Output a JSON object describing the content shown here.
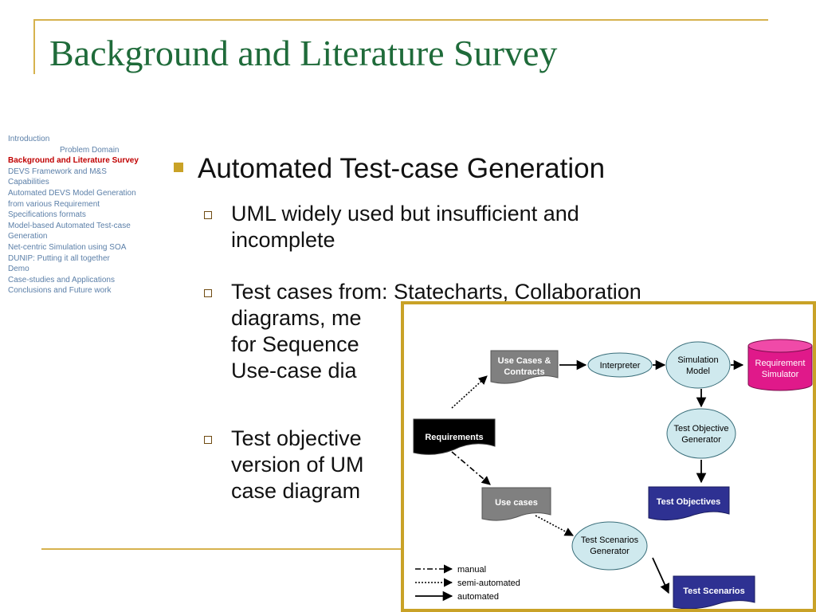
{
  "slide": {
    "title": "Background and Literature Survey",
    "main_bullet": "Automated Test-case Generation",
    "sub_bullets": [
      {
        "lines": [
          "UML widely used but insufficient and",
          "incomplete"
        ]
      },
      {
        "lines": [
          "Test cases from: Statecharts, Collaboration",
          "diagrams, me",
          "for Sequence",
          "Use-case dia"
        ]
      },
      {
        "lines": [
          "Test objective",
          "version of UM",
          "case diagram"
        ]
      }
    ]
  },
  "outline": {
    "items": [
      {
        "label": "Introduction",
        "active": false,
        "indent": false
      },
      {
        "label": "Problem Domain",
        "active": false,
        "indent": true
      },
      {
        "label": "Background and Literature Survey",
        "active": true,
        "indent": false
      },
      {
        "label": "DEVS Framework and M&S",
        "active": false,
        "indent": false
      },
      {
        "label": "Capabilities",
        "active": false,
        "indent": false
      },
      {
        "label": "Automated DEVS Model Generation",
        "active": false,
        "indent": false
      },
      {
        "label": "from various Requirement",
        "active": false,
        "indent": false
      },
      {
        "label": "Specifications formats",
        "active": false,
        "indent": false
      },
      {
        "label": "Model-based Automated Test-case",
        "active": false,
        "indent": false
      },
      {
        "label": "Generation",
        "active": false,
        "indent": false
      },
      {
        "label": "Net-centric Simulation using SOA",
        "active": false,
        "indent": false
      },
      {
        "label": "DUNIP: Putting it all together",
        "active": false,
        "indent": false
      },
      {
        "label": "Demo",
        "active": false,
        "indent": false
      },
      {
        "label": "Case-studies and Applications",
        "active": false,
        "indent": false
      },
      {
        "label": "Conclusions and Future work",
        "active": false,
        "indent": false
      }
    ]
  },
  "diagram": {
    "nodes": {
      "requirements": "Requirements",
      "use_cases_contracts": [
        "Use Cases &",
        "Contracts"
      ],
      "interpreter": "Interpreter",
      "simulation_model": [
        "Simulation",
        "Model"
      ],
      "requirement_simulator": [
        "Requirement",
        "Simulator"
      ],
      "test_objective_generator": [
        "Test Objective",
        "Generator"
      ],
      "test_objectives": "Test Objectives",
      "use_cases": "Use cases",
      "test_scenarios_generator": [
        "Test Scenarios",
        "Generator"
      ],
      "test_scenarios": "Test Scenarios"
    },
    "legend": {
      "manual": "manual",
      "semi_automated": "semi-automated",
      "automated": "automated"
    }
  },
  "colors": {
    "accent_rule": "#d6b24e",
    "title": "#1f6b3a",
    "bullet_square": "#c9a227",
    "outline_text": "#5b7fa8",
    "outline_active": "#c00000",
    "doc_gray": "#7f7f7f",
    "doc_blue": "#2e3192",
    "ellipse_fill": "#cfe9ee",
    "cylinder_magenta": "#e0198a"
  }
}
